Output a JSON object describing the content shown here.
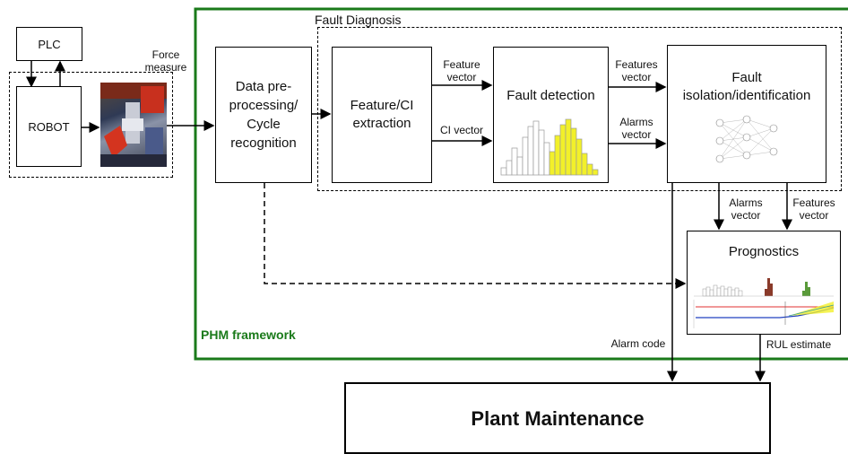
{
  "frame": {
    "label": "PHM framework",
    "color": "#1a7a1a"
  },
  "fault_diagnosis_label": "Fault Diagnosis",
  "plc": "PLC",
  "robot": "ROBOT",
  "force_measure": "Force\nmeasure",
  "preprocessing": "Data pre-\nprocessing/\nCycle\nrecognition",
  "feature_extraction": "Feature/CI\nextraction",
  "fault_detection": "Fault detection",
  "fault_isolation": "Fault\nisolation/identification",
  "prognostics": "Prognostics",
  "plant_maintenance": "Plant Maintenance",
  "edge_labels": {
    "feature_vector": "Feature\nvector",
    "ci_vector": "CI vector",
    "features_vector_1": "Features\nvector",
    "alarms_vector_1": "Alarms\nvector",
    "alarms_vector_2": "Alarms\nvector",
    "features_vector_2": "Features\nvector",
    "alarm_code": "Alarm code",
    "rul_estimate": "RUL estimate"
  },
  "colors": {
    "histogram_highlight": "#f2f02a",
    "prognostics_red": "#e03030",
    "prognostics_blue": "#2040c0"
  }
}
